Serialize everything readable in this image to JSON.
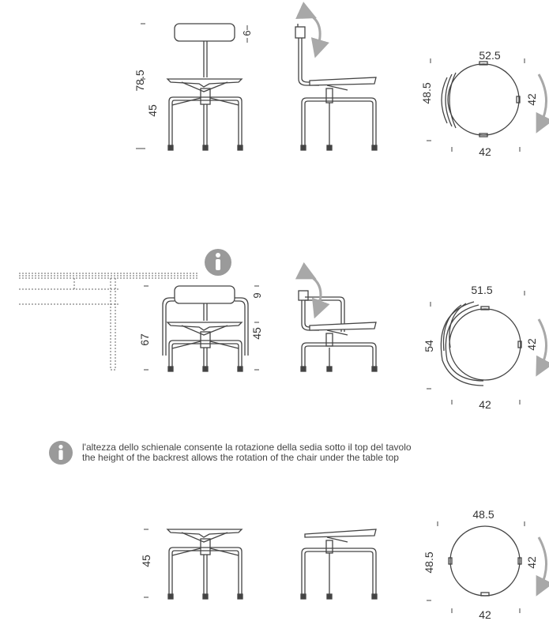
{
  "colors": {
    "line": "#444444",
    "seat_fill": "#e8e8e8",
    "arrow": "#a8a8a8",
    "info": "#9a9a9a"
  },
  "icons": {
    "info": "info-icon",
    "rotation_arrow": "rotation-arrow-icon"
  },
  "rows": {
    "row1": {
      "total_height": "78.5",
      "seat_height": "45",
      "backrest_height": "6",
      "top_width": "52.5",
      "top_depth": "48.5",
      "base_side": "42",
      "base_bottom": "42"
    },
    "row2": {
      "total_height": "67",
      "seat_height": "45",
      "backrest_height": "9",
      "top_width": "51.5",
      "top_depth": "54",
      "base_side": "42",
      "base_bottom": "42"
    },
    "row3": {
      "seat_height": "45",
      "top_width": "48.5",
      "top_depth": "48.5",
      "base_side": "42",
      "base_bottom": "42"
    }
  },
  "note": {
    "it": "l'altezza dello schienale consente la rotazione della sedia sotto il top del tavolo",
    "en": "the height of the backrest allows the rotation of the chair under the table top"
  }
}
